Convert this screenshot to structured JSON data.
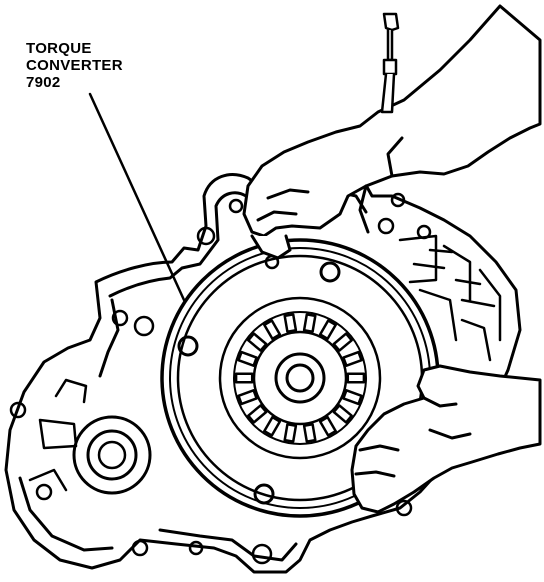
{
  "callout": {
    "line1": "TORQUE",
    "line2": "CONVERTER",
    "line3": "7902"
  },
  "colors": {
    "ink": "#000000",
    "paper": "#ffffff"
  }
}
